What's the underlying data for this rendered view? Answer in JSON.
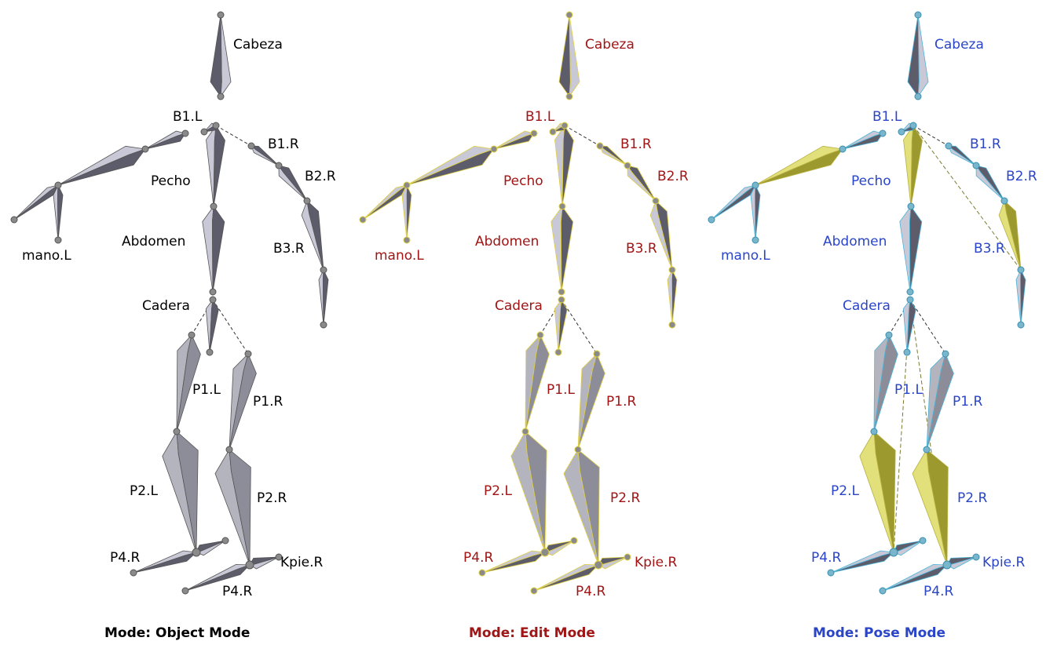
{
  "panels": [
    {
      "key": "object",
      "mode_label": "Mode: Object Mode",
      "text_color": "#000000",
      "labels": {
        "cabeza": "Cabeza",
        "b1l": "B1.L",
        "b1r": "B1.R",
        "b2r": "B2.R",
        "pecho": "Pecho",
        "mano_l": "mano.L",
        "abdomen": "Abdomen",
        "b3r": "B3.R",
        "cadera": "Cadera",
        "p1l": "P1.L",
        "p1r": "P1.R",
        "p2l": "P2.L",
        "p2r": "P2.R",
        "p4r_left": "P4.R",
        "kpie_r": "Kpie.R",
        "p4r_bottom": "P4.R"
      }
    },
    {
      "key": "edit",
      "mode_label": "Mode: Edit Mode",
      "text_color": "#a01515",
      "labels": {
        "cabeza": "Cabeza",
        "b1l": "B1.L",
        "b1r": "B1.R",
        "b2r": "B2.R",
        "pecho": "Pecho",
        "mano_l": "mano.L",
        "abdomen": "Abdomen",
        "b3r": "B3.R",
        "cadera": "Cadera",
        "p1l": "P1.L",
        "p1r": "P1.R",
        "p2l": "P2.L",
        "p2r": "P2.R",
        "p4r_left": "P4.R",
        "kpie_r": "Kpie.R",
        "p4r_bottom": "P4.R"
      }
    },
    {
      "key": "pose",
      "mode_label": "Mode: Pose Mode",
      "text_color": "#2a45c8",
      "labels": {
        "cabeza": "Cabeza",
        "b1l": "B1.L",
        "b1r": "B1.R",
        "b2r": "B2.R",
        "pecho": "Pecho",
        "mano_l": "mano.L",
        "abdomen": "Abdomen",
        "b3r": "B3.R",
        "cadera": "Cadera",
        "p1l": "P1.L",
        "p1r": "P1.R",
        "p2l": "P2.L",
        "p2r": "P2.R",
        "p4r_left": "P4.R",
        "kpie_r": "Kpie.R",
        "p4r_bottom": "P4.R"
      }
    }
  ],
  "colors": {
    "bone_light": "#c8c8d6",
    "bone_dark": "#5c5c6a",
    "bone_mid": "#8d8d9a",
    "outline_object": "#555555",
    "outline_edit": "#e0d040",
    "outline_pose": "#4ab4d8",
    "selected_light": "#e2e07a",
    "selected_dark": "#9c9a2e",
    "joint_object": "#8a8a8a",
    "joint_pose": "#79b6cc",
    "dashed_line": "#333333"
  }
}
